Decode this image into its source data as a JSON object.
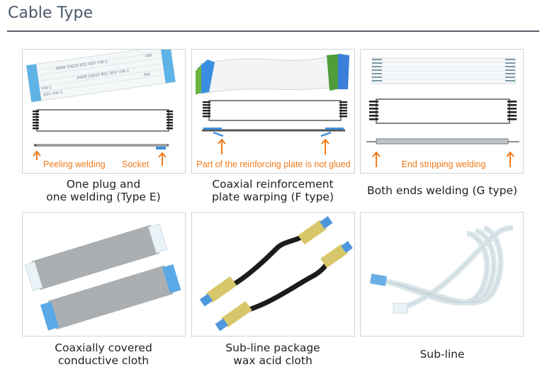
{
  "page": {
    "title": "Cable Type"
  },
  "cards": [
    {
      "id": "type-e",
      "caption": [
        "One plug and",
        "one welding (Type E)"
      ],
      "labels": [
        "Peeling welding",
        "Socket"
      ],
      "print": [
        "AWM 20624 80C 60V VW-1",
        "AWM 20624 80C 60V VW-1",
        "VW-1",
        "60V VW-1",
        "AW",
        "AW"
      ]
    },
    {
      "id": "type-f",
      "caption": [
        "Coaxial reinforcement",
        "plate warping (F type)"
      ],
      "labels": [
        "Part of the reinforcing plate is not glued"
      ]
    },
    {
      "id": "type-g",
      "caption": [
        "Both ends welding (G type)"
      ],
      "labels": [
        "End stripping  welding"
      ]
    },
    {
      "id": "conductive-cloth",
      "caption": [
        "Coaxially covered",
        "conductive cloth"
      ]
    },
    {
      "id": "wax-acid-cloth",
      "caption": [
        "Sub-line package",
        "wax acid cloth"
      ]
    },
    {
      "id": "sub-line",
      "caption": [
        "Sub-line"
      ]
    }
  ],
  "colors": {
    "accent": "#ef7a1a",
    "stiffener_blue": "#3f8fd8",
    "green": "#6cb33f",
    "title": "#4a5868"
  }
}
